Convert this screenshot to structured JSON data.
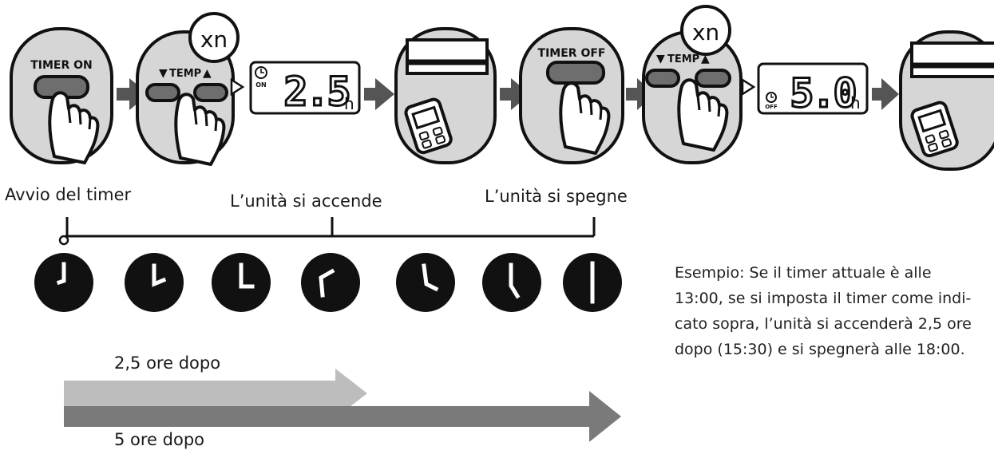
{
  "steps": {
    "timer_on_button": "TIMER ON",
    "timer_off_button": "TIMER OFF",
    "temp_label": "TEMP",
    "repeat_badge": "xn",
    "display_on": {
      "indicator": "ON",
      "value": "2.5",
      "unit": "h"
    },
    "display_off": {
      "indicator": "OFF",
      "value": "5.0",
      "unit": "h"
    }
  },
  "timeline": {
    "start_label": "Avvio del timer",
    "on_label": "L’unità si accende",
    "off_label": "L’unità si spegne"
  },
  "durations": {
    "short_label": "2,5 ore dopo",
    "long_label": "5 ore dopo",
    "short_color": "#bdbdbd",
    "long_color": "#7a7a7a"
  },
  "example_lines": [
    "Esempio: Se il timer attuale è alle",
    "13:00, se si imposta il timer come indi-",
    "cato sopra, l’unità si accenderà 2,5 ore",
    "dopo (15:30) e si spegnerà alle 18:00."
  ],
  "clocks": [
    {
      "name": "clock-start"
    },
    {
      "name": "clock-1"
    },
    {
      "name": "clock-2"
    },
    {
      "name": "clock-on"
    },
    {
      "name": "clock-4"
    },
    {
      "name": "clock-5"
    },
    {
      "name": "clock-off"
    }
  ]
}
